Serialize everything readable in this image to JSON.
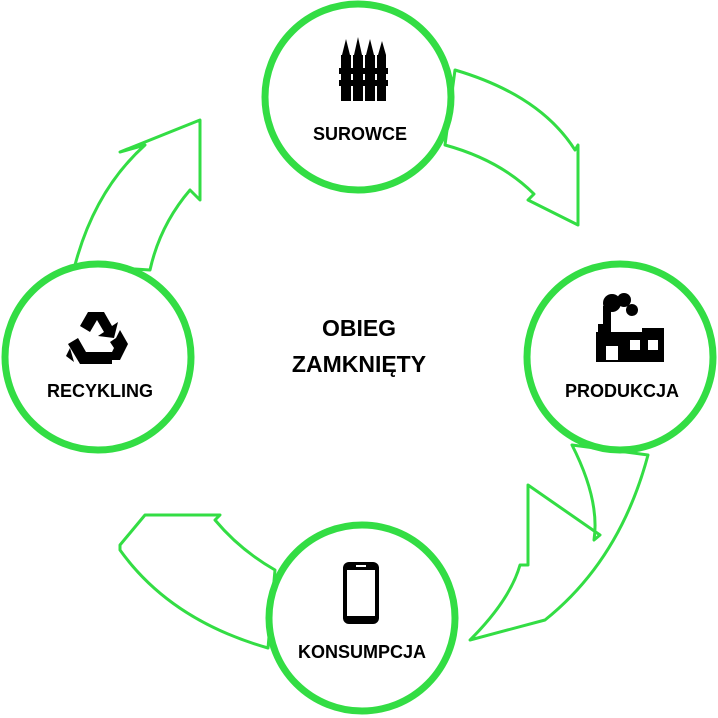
{
  "center": {
    "line1": "OBIEG",
    "line2": "ZAMKNIĘTY"
  },
  "nodes": [
    {
      "id": "surowce",
      "label": "SUROWCE",
      "icon": "asparagus-bundle-icon"
    },
    {
      "id": "produkcja",
      "label": "PRODUKCJA",
      "icon": "factory-icon"
    },
    {
      "id": "konsumpcja",
      "label": "KONSUMPCJA",
      "icon": "smartphone-icon"
    },
    {
      "id": "recykling",
      "label": "RECYKLING",
      "icon": "recycle-icon"
    }
  ],
  "colors": {
    "accent": "#33dd44",
    "arrow_stroke": "#33dd44",
    "text": "#000000",
    "background": "#ffffff"
  }
}
